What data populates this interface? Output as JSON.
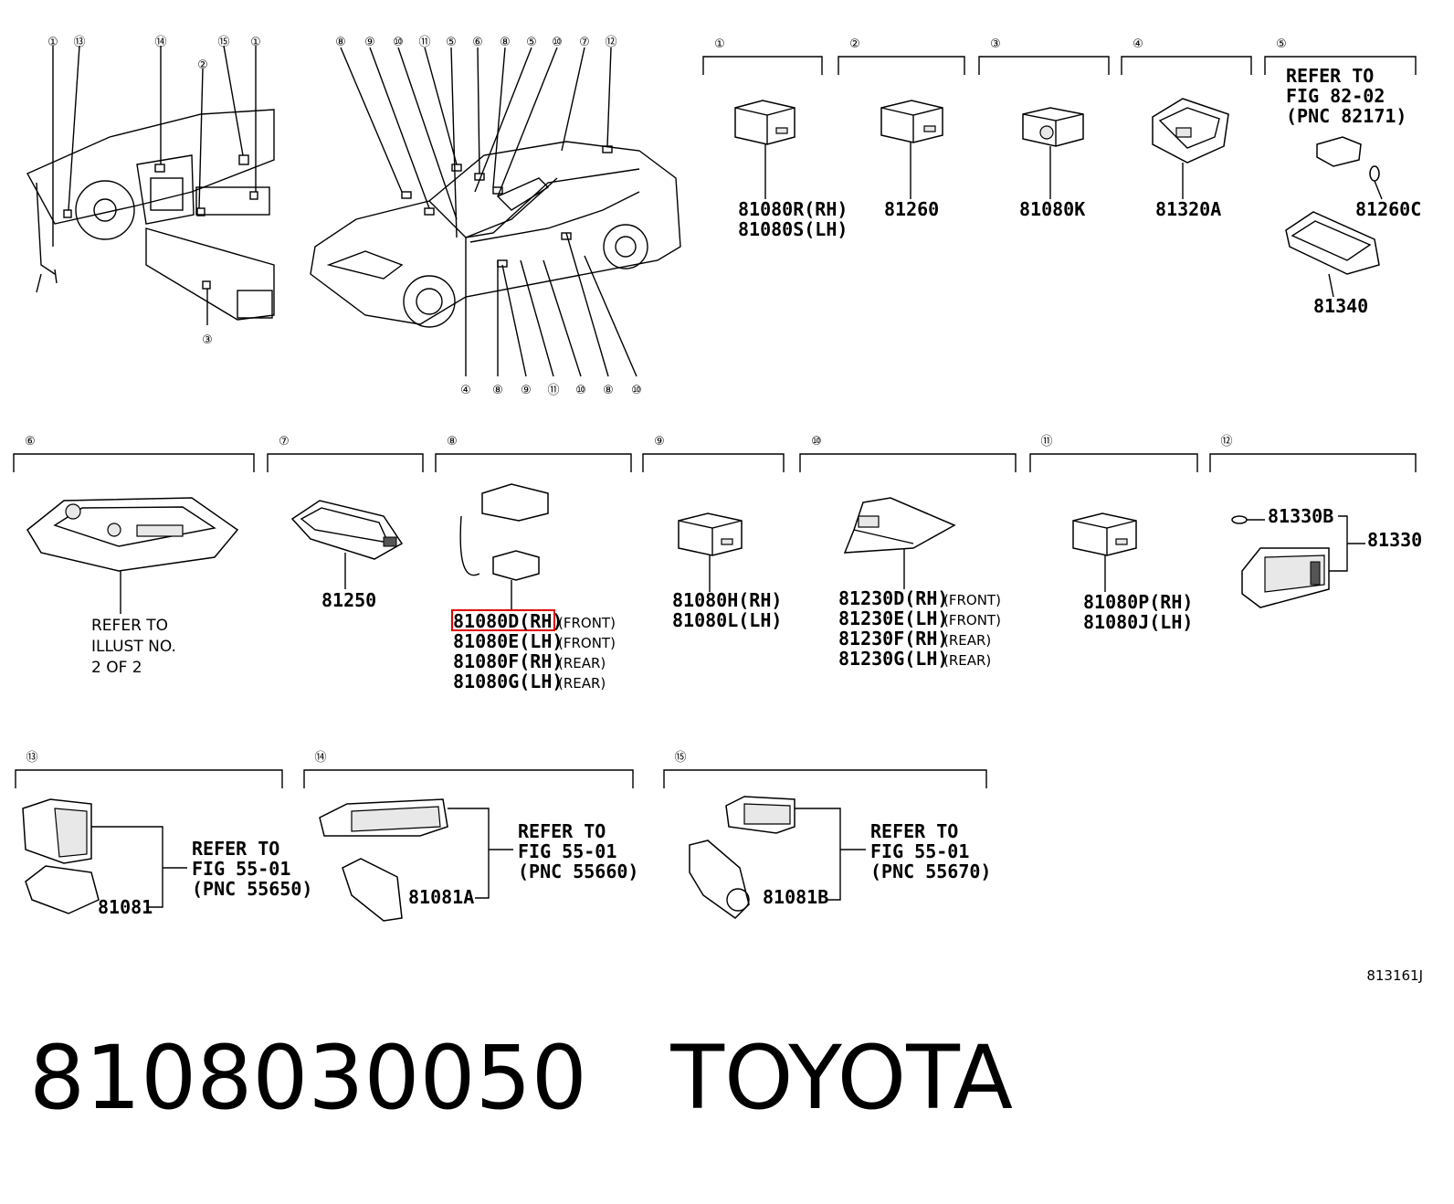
{
  "diagram_code": "813161J",
  "footer": {
    "part_number": "8108030050",
    "brand": "TOYOTA"
  },
  "overview": {
    "left_callouts": [
      "1",
      "13",
      "14",
      "15",
      "1",
      "2",
      "3"
    ],
    "car_top_callouts": [
      "8",
      "9",
      "10",
      "11",
      "5",
      "6",
      "8",
      "5",
      "10",
      "7",
      "12"
    ],
    "car_bottom_callouts": [
      "4",
      "8",
      "9",
      "11",
      "10",
      "8",
      "10"
    ]
  },
  "groups": [
    {
      "num": "1",
      "parts": [
        "81080R(RH)",
        "81080S(LH)"
      ]
    },
    {
      "num": "2",
      "parts": [
        "81260"
      ]
    },
    {
      "num": "3",
      "parts": [
        "81080K"
      ]
    },
    {
      "num": "4",
      "parts": [
        "81320A"
      ]
    },
    {
      "num": "5",
      "refer": [
        "REFER TO",
        "FIG 82-02",
        "(PNC 82171)"
      ],
      "parts": [
        "81260C",
        "81340"
      ]
    },
    {
      "num": "6",
      "refer": [
        "REFER TO",
        "ILLUST NO.",
        "2 OF 2"
      ]
    },
    {
      "num": "7",
      "parts": [
        "81250"
      ]
    },
    {
      "num": "8",
      "parts": [
        {
          "code": "81080D(RH)",
          "note": "(FRONT)",
          "highlight": true
        },
        {
          "code": "81080E(LH)",
          "note": "(FRONT)"
        },
        {
          "code": "81080F(RH)",
          "note": "(REAR)"
        },
        {
          "code": "81080G(LH)",
          "note": "(REAR)"
        }
      ]
    },
    {
      "num": "9",
      "parts": [
        "81080H(RH)",
        "81080L(LH)"
      ]
    },
    {
      "num": "10",
      "parts": [
        {
          "code": "81230D(RH)",
          "note": "(FRONT)"
        },
        {
          "code": "81230E(LH)",
          "note": "(FRONT)"
        },
        {
          "code": "81230F(RH)",
          "note": "(REAR)"
        },
        {
          "code": "81230G(LH)",
          "note": "(REAR)"
        }
      ]
    },
    {
      "num": "11",
      "parts": [
        "81080P(RH)",
        "81080J(LH)"
      ]
    },
    {
      "num": "12",
      "parts": [
        "81330B",
        "81330"
      ]
    },
    {
      "num": "13",
      "refer": [
        "REFER TO",
        "FIG 55-01",
        "(PNC 55650)"
      ],
      "parts": [
        "81081"
      ]
    },
    {
      "num": "14",
      "refer": [
        "REFER TO",
        "FIG 55-01",
        "(PNC 55660)"
      ],
      "parts": [
        "81081A"
      ]
    },
    {
      "num": "15",
      "refer": [
        "REFER TO",
        "FIG 55-01",
        "(PNC 55670)"
      ],
      "parts": [
        "81081B"
      ]
    }
  ],
  "colors": {
    "highlight": "#e00000",
    "ink": "#000000"
  },
  "glyphs": {
    "1": "①",
    "2": "②",
    "3": "③",
    "4": "④",
    "5": "⑤",
    "6": "⑥",
    "7": "⑦",
    "8": "⑧",
    "9": "⑨",
    "10": "⑩",
    "11": "⑪",
    "12": "⑫",
    "13": "⑬",
    "14": "⑭",
    "15": "⑮"
  }
}
